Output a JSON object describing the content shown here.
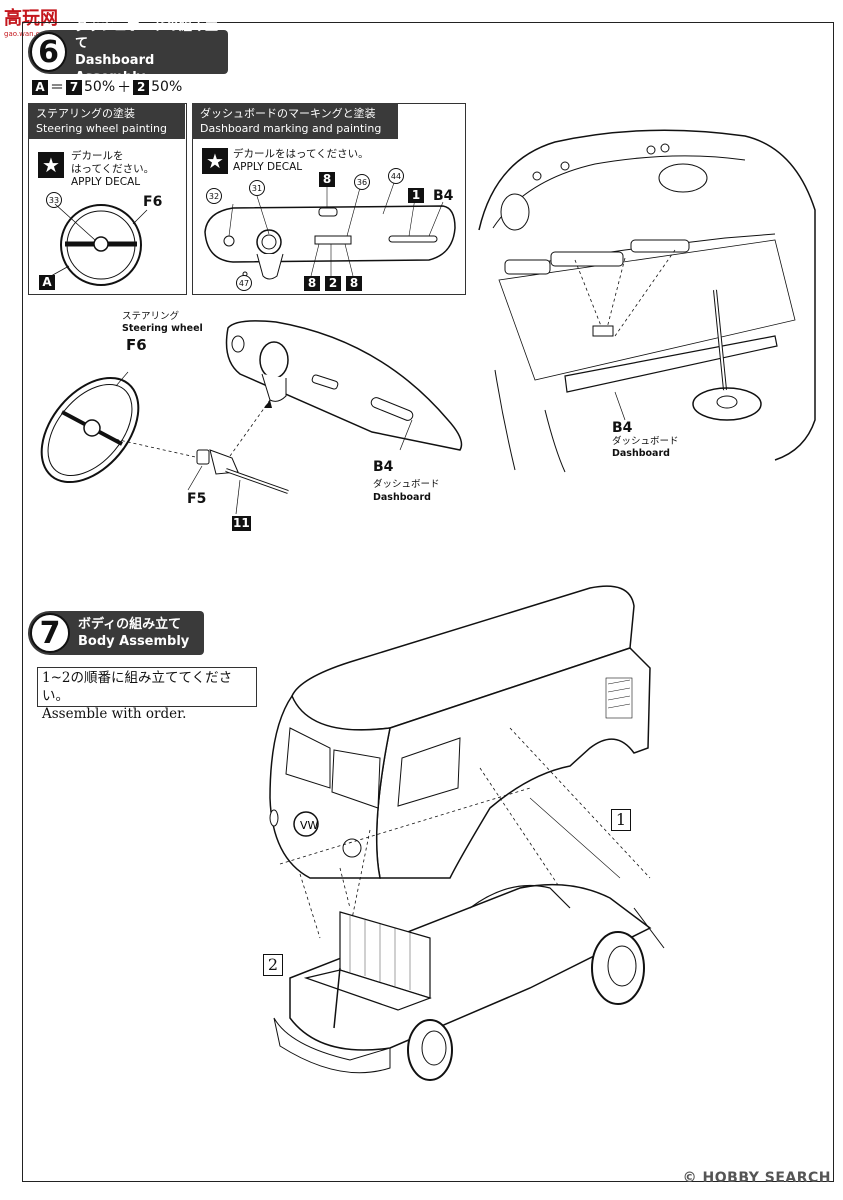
{
  "watermark": {
    "logo_text": "高玩网",
    "logo_sub": "gao.wan.com"
  },
  "step6": {
    "number": "6",
    "title_jp": "ダッシュボードの組み立て",
    "title_en": "Dashboard Assembly",
    "paint_ratio": {
      "a": "A",
      "eq": "＝",
      "p1": "7",
      "v1": "50%",
      "plus": "＋",
      "p2": "2",
      "v2": "50%"
    },
    "steering_panel": {
      "title_jp": "ステアリングの塗装",
      "title_en": "Steering wheel painting",
      "decal_jp": "デカールを\nはってください。",
      "decal_en": "APPLY DECAL",
      "decal_no": "33",
      "part": "F6",
      "color": "A"
    },
    "dash_panel": {
      "title_jp": "ダッシュボードのマーキングと塗装",
      "title_en": "Dashboard marking and painting",
      "decal_jp": "デカールをはってください。",
      "decal_en": "APPLY DECAL",
      "decals": [
        "32",
        "31",
        "36",
        "44",
        "47"
      ],
      "colors": [
        "8",
        "1",
        "8",
        "2",
        "8"
      ],
      "part": "B4"
    },
    "steering_label_jp": "ステアリング",
    "steering_label_en": "Steering wheel",
    "part_f6": "F6",
    "part_f5": "F5",
    "color_11": "11",
    "dash_label_part": "B4",
    "dash_label_jp": "ダッシュボード",
    "dash_label_en": "Dashboard",
    "dash_label2_part": "B4",
    "dash_label2_jp": "ダッシュボード",
    "dash_label2_en": "Dashboard"
  },
  "step7": {
    "number": "7",
    "title_jp": "ボディの組み立て",
    "title_en": "Body Assembly",
    "note_jp": "1~2の順番に組み立ててください。",
    "note_en": "Assemble with order.",
    "order1": "1",
    "order2": "2"
  },
  "footer": {
    "brand": "HOBBY SEARCH",
    "copyright": "©"
  }
}
